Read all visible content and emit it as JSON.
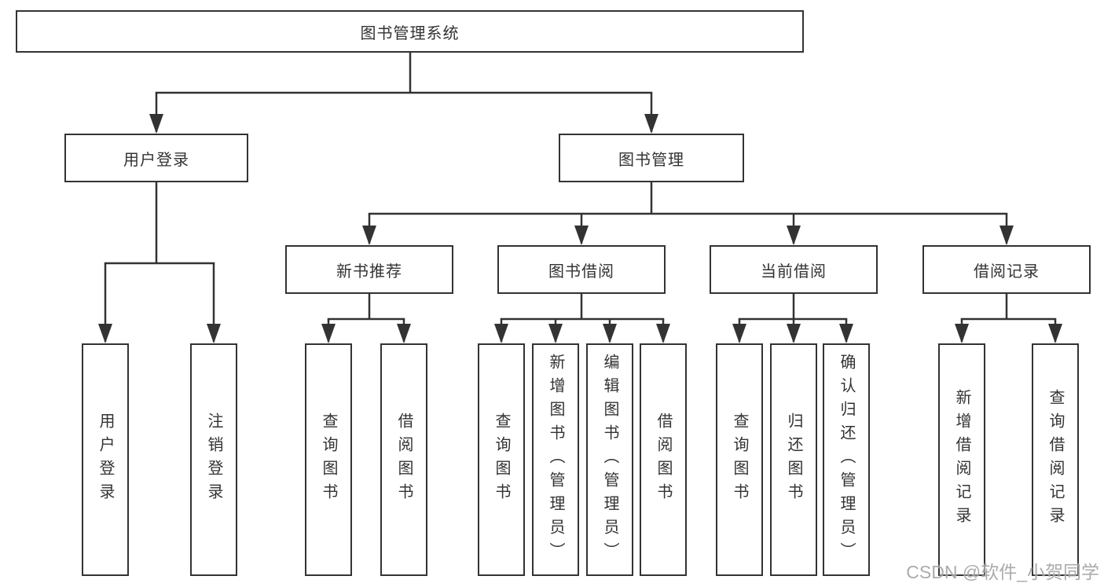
{
  "diagram": {
    "root": {
      "label": "图书管理系统"
    },
    "user_login": {
      "label": "用户登录",
      "children": [
        {
          "label": "用户登录"
        },
        {
          "label": "注销登录"
        }
      ]
    },
    "book_mgmt": {
      "label": "图书管理"
    },
    "new_book": {
      "label": "新书推荐",
      "children": [
        {
          "label": "查询图书"
        },
        {
          "label": "借阅图书"
        }
      ]
    },
    "book_borrow": {
      "label": "图书借阅",
      "children": [
        {
          "label": "查询图书"
        },
        {
          "label": "新增图书（管理员）"
        },
        {
          "label": "编辑图书（管理员）"
        },
        {
          "label": "借阅图书"
        }
      ]
    },
    "current_borrow": {
      "label": "当前借阅",
      "children": [
        {
          "label": "查询图书"
        },
        {
          "label": "归还图书"
        },
        {
          "label": "确认归还（管理员）"
        }
      ]
    },
    "borrow_records": {
      "label": "借阅记录",
      "children": [
        {
          "label": "新增借阅记录"
        },
        {
          "label": "查询借阅记录"
        }
      ]
    }
  },
  "watermark": {
    "text": "CSDN @软件_小贺同学"
  },
  "colors": {
    "line": "#333333",
    "text": "#333333",
    "background": "#ffffff",
    "watermark": "#a3a3a3"
  }
}
